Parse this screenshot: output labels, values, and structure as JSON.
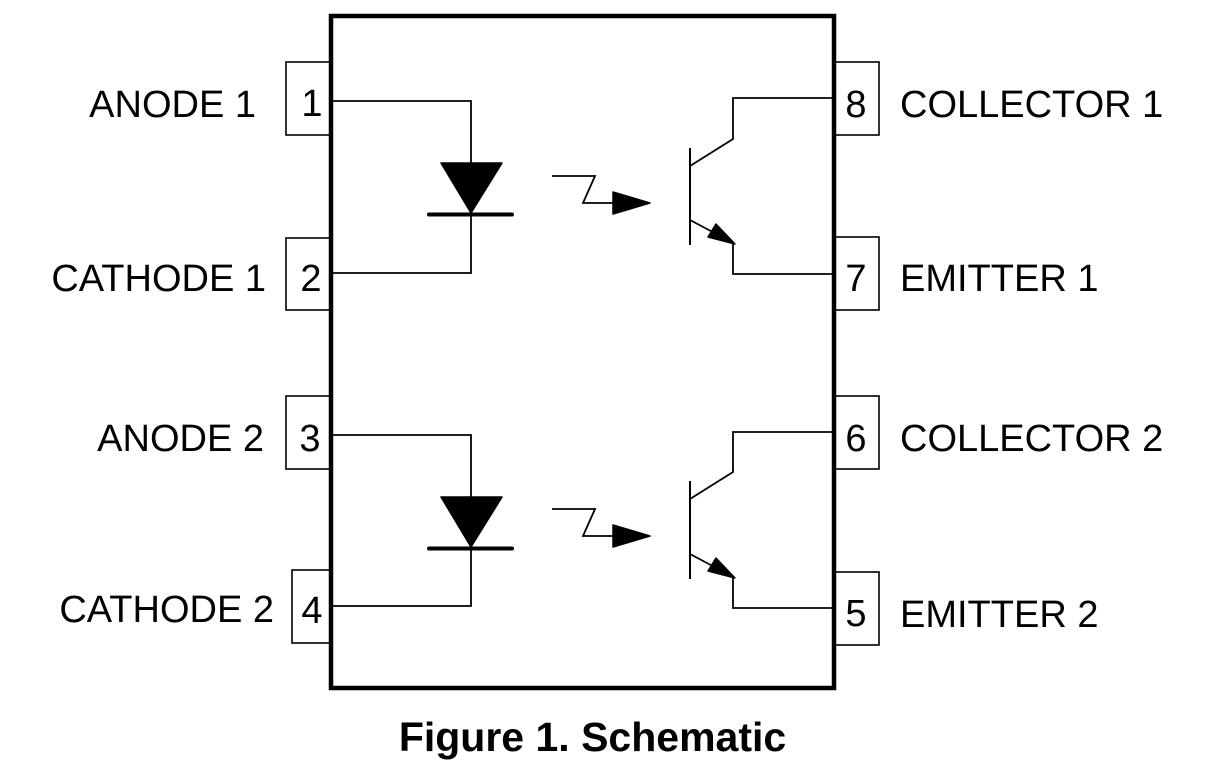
{
  "figure": {
    "caption": "Figure 1. Schematic",
    "component": "dual-channel optocoupler",
    "line_color": "#000000",
    "background_color": "#ffffff"
  },
  "pins": {
    "1": {
      "number": "1",
      "label": "ANODE 1",
      "side": "left"
    },
    "2": {
      "number": "2",
      "label": "CATHODE 1",
      "side": "left"
    },
    "3": {
      "number": "3",
      "label": "ANODE 2",
      "side": "left"
    },
    "4": {
      "number": "4",
      "label": "CATHODE 2",
      "side": "left"
    },
    "5": {
      "number": "5",
      "label": "EMITTER 2",
      "side": "right"
    },
    "6": {
      "number": "6",
      "label": "COLLECTOR 2",
      "side": "right"
    },
    "7": {
      "number": "7",
      "label": "EMITTER 1",
      "side": "right"
    },
    "8": {
      "number": "8",
      "label": "COLLECTOR 1",
      "side": "right"
    }
  },
  "channels": [
    {
      "name": "channel-1",
      "led_anode_pin": "1",
      "led_cathode_pin": "2",
      "collector_pin": "8",
      "emitter_pin": "7"
    },
    {
      "name": "channel-2",
      "led_anode_pin": "3",
      "led_cathode_pin": "4",
      "collector_pin": "6",
      "emitter_pin": "5"
    }
  ],
  "icons": {
    "led": "led-diode-icon",
    "light": "light-coupling-arrow-icon",
    "transistor": "npn-phototransistor-icon"
  }
}
